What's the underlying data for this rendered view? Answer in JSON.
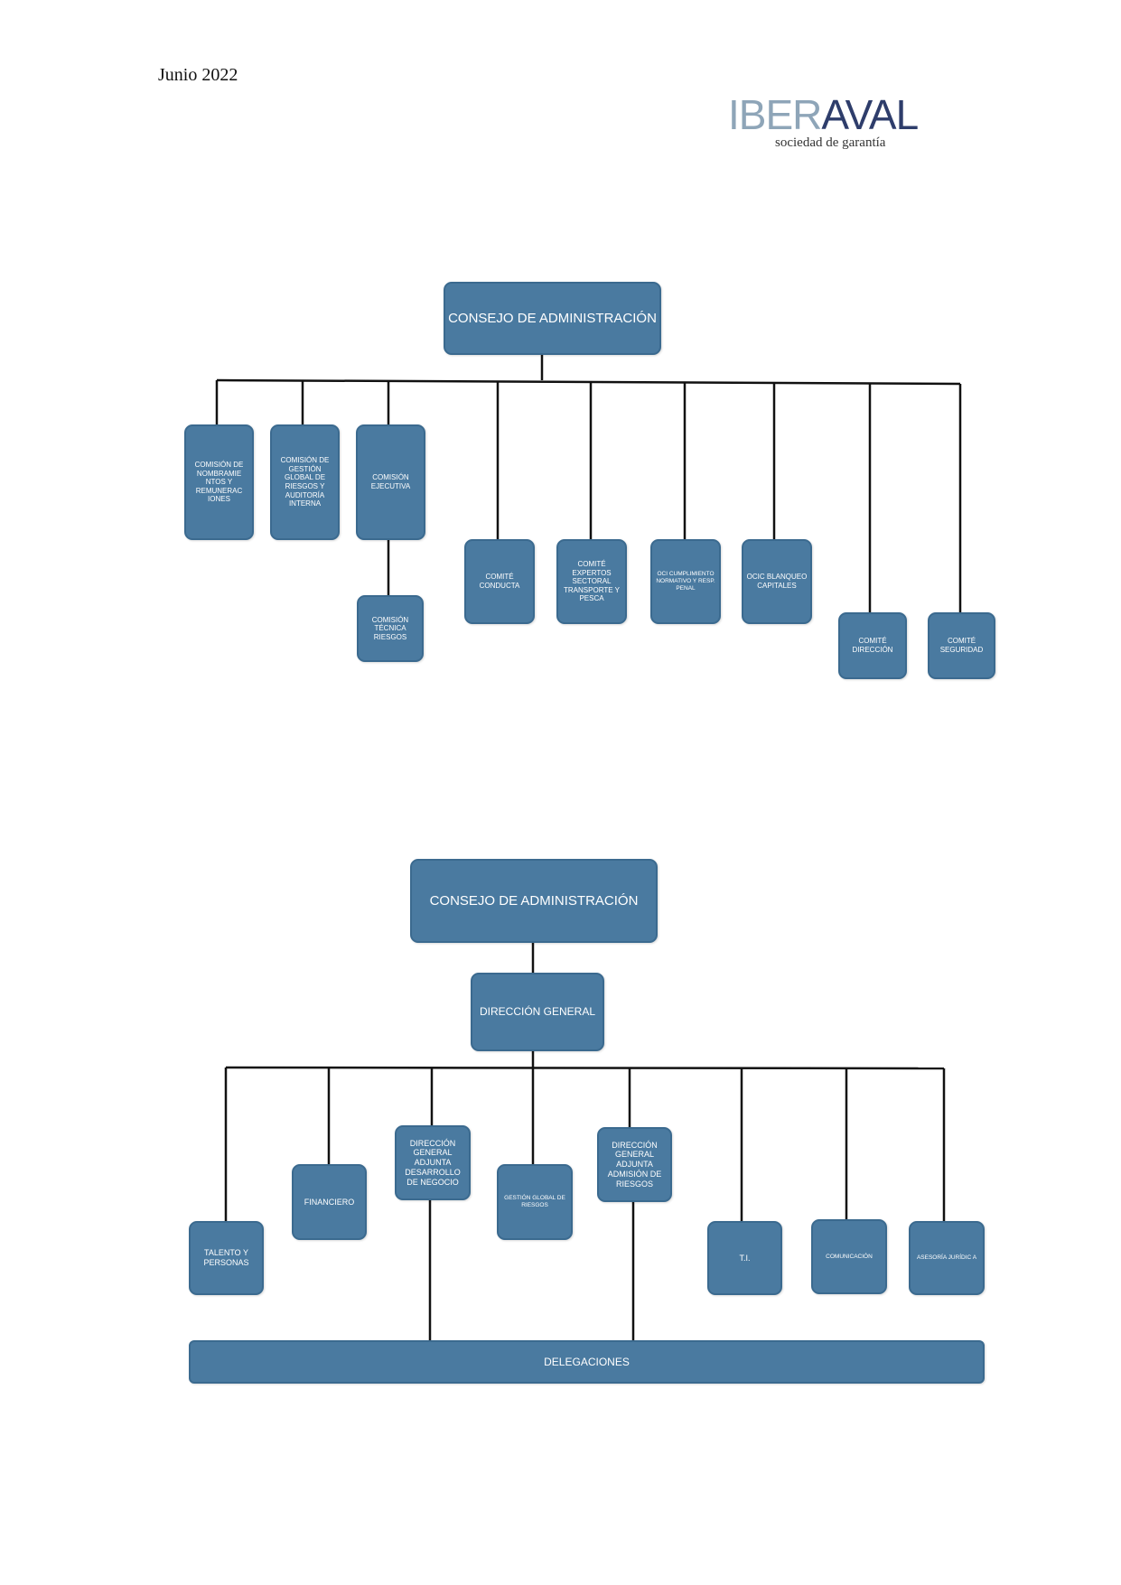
{
  "header": {
    "date": "Junio 2022",
    "logo": {
      "word_part1": "IBER",
      "word_part2": "AVAL",
      "tagline": "sociedad de garantía"
    }
  },
  "chart1": {
    "root": "CONSEJO DE ADMINISTRACIÓN",
    "nodes": {
      "nombramientos": "COMISIÓN DE NOMBRAMIE NTOS Y REMUNERAC IONES",
      "gestion_riesgos": "COMISIÓN DE GESTIÓN GLOBAL DE RIESGOS Y AUDITORÍA INTERNA",
      "ejecutiva": "COMISIÓN EJECUTIVA",
      "tecnica_riesgos": "COMISIÓN TÉCNICA RIESGOS",
      "conducta": "COMITÉ CONDUCTA",
      "expertos": "COMITÉ EXPERTOS SECTORAL TRANSPORTE Y PESCA",
      "oci": "OCI CUMPLIMIENTO NORMATIVO Y RESP. PENAL",
      "ocic": "OCIC BLANQUEO CAPITALES",
      "direccion": "COMITÉ DIRECCIÓN",
      "seguridad": "COMITÉ SEGURIDAD"
    }
  },
  "chart2": {
    "root": "CONSEJO DE ADMINISTRACIÓN",
    "direccion_general": "DIRECCIÓN GENERAL",
    "nodes": {
      "talento": "TALENTO Y PERSONAS",
      "financiero": "FINANCIERO",
      "desarrollo": "DIRECCIÓN GENERAL ADJUNTA DESARROLLO DE NEGOCIO",
      "gestion_riesgos": "GESTIÓN GLOBAL DE RIESGOS",
      "admision": "DIRECCIÓN GENERAL ADJUNTA ADMISIÓN DE RIESGOS",
      "ti": "T.I.",
      "comunicacion": "COMUNICACIÓN",
      "asesoria": "ASESORÍA JURÍDIC A"
    },
    "delegaciones": "DELEGACIONES"
  },
  "colors": {
    "box_fill": "#4a7aa0",
    "box_border": "#3b6a8f",
    "connector": "#111111",
    "logo_light": "#8ea5b8",
    "logo_dark": "#2e3d6b"
  }
}
